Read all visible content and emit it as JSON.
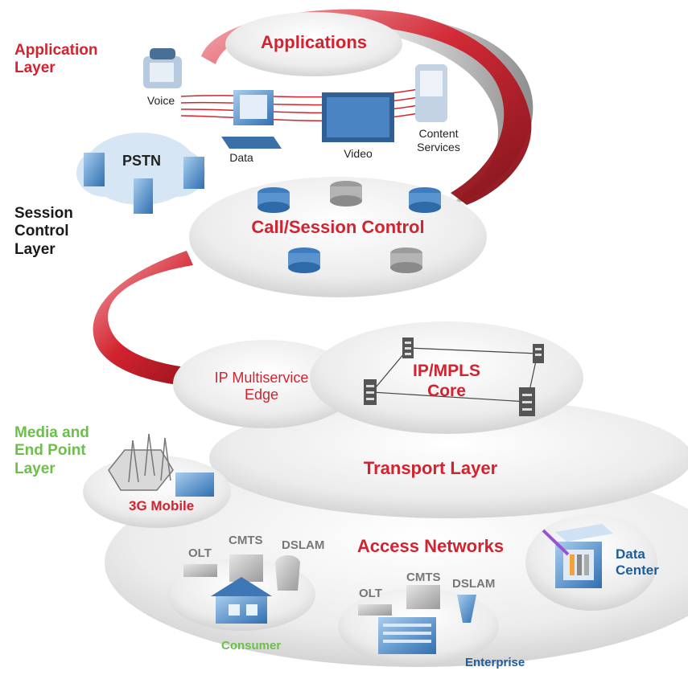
{
  "layers": {
    "application": "Application\nLayer",
    "session": "Session\nControl\nLayer",
    "media": "Media and\nEnd Point\nLayer"
  },
  "application_disc": {
    "title": "Applications",
    "items": [
      "Voice",
      "Data",
      "Video",
      "Content\nServices"
    ]
  },
  "pstn": "PSTN",
  "session_disc": {
    "title": "Call/Session Control"
  },
  "core": {
    "edge": "IP Multiservice\nEdge",
    "core": "IP/MPLS\nCore"
  },
  "transport": "Transport Layer",
  "mobile": "3G Mobile",
  "access": {
    "title": "Access Networks",
    "consumer_equipment": [
      "OLT",
      "CMTS",
      "DSLAM"
    ],
    "consumer": "Consumer",
    "enterprise_equipment": [
      "OLT",
      "CMTS",
      "DSLAM"
    ],
    "enterprise": "Enterprise",
    "data_center": "Data\nCenter"
  },
  "colors": {
    "red": "#d2232f",
    "green": "#6cbf4b",
    "blue": "#1f5c99",
    "disc": "#e9e9e9"
  }
}
